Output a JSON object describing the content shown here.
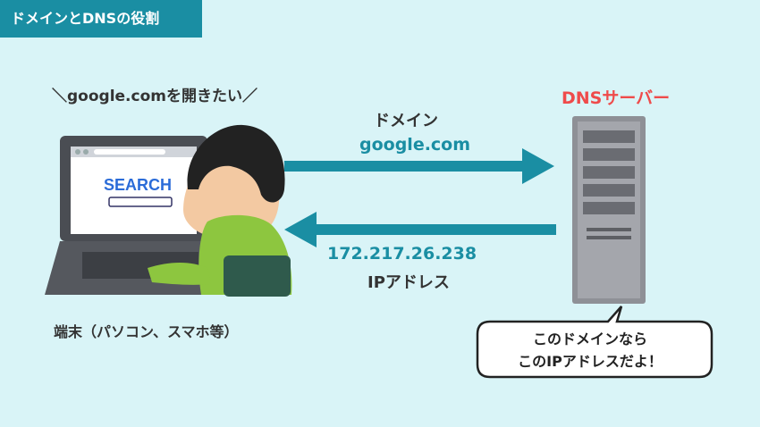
{
  "title_tag": "ドメインとDNSの役割",
  "client": {
    "speech": "＼google.comを開きたい／",
    "label": "端末（パソコン、スマホ等）",
    "screen_search_text": "SEARCH"
  },
  "server": {
    "label": "DNSサーバー",
    "bubble_line1": "このドメインなら",
    "bubble_line2": "このIPアドレスだよ！"
  },
  "request": {
    "label": "ドメイン",
    "value": "google.com"
  },
  "response": {
    "value": "172.217.26.238",
    "label": "IPアドレス"
  },
  "colors": {
    "accent": "#1a8ea3",
    "dns_red": "#ef4b4b",
    "background": "#d9f4f7"
  }
}
